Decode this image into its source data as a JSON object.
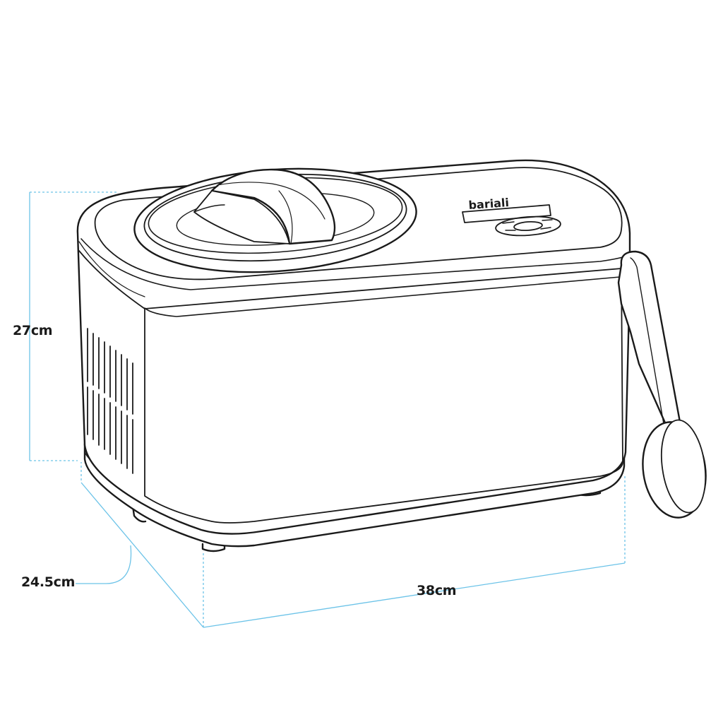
{
  "product": {
    "brand_text": "bariali",
    "name": "ice-cream-maker",
    "accessory": "ice-cream-scoop"
  },
  "dimensions": {
    "height_label": "27cm",
    "depth_label": "24.5cm",
    "width_label": "38cm"
  },
  "colors": {
    "outline": "#1a1a1a",
    "dimension_line": "#6cc3e8",
    "background": "#ffffff"
  },
  "icons": {
    "control_panel": "control-buttons-icon",
    "display": "lcd-display-icon"
  }
}
